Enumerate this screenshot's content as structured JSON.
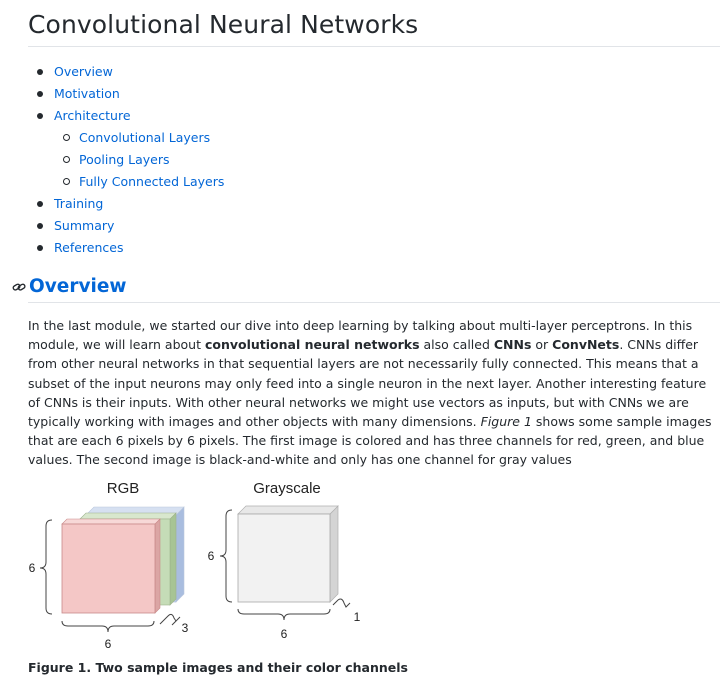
{
  "title": "Convolutional Neural Networks",
  "toc": [
    {
      "label": "Overview",
      "level": 1
    },
    {
      "label": "Motivation",
      "level": 1
    },
    {
      "label": "Architecture",
      "level": 1
    },
    {
      "label": "Convolutional Layers",
      "level": 2
    },
    {
      "label": "Pooling Layers",
      "level": 2
    },
    {
      "label": "Fully Connected Layers",
      "level": 2
    },
    {
      "label": "Training",
      "level": 1
    },
    {
      "label": "Summary",
      "level": 1
    },
    {
      "label": "References",
      "level": 1
    }
  ],
  "section": {
    "icon": "link-icon",
    "title": "Overview"
  },
  "paragraph": [
    {
      "t": "In the last module, we started our dive into deep learning by talking about multi-layer perceptrons. In this module, we will learn about "
    },
    {
      "t": "convolutional neural networks",
      "b": true
    },
    {
      "t": " also called "
    },
    {
      "t": "CNNs",
      "b": true
    },
    {
      "t": " or "
    },
    {
      "t": "ConvNets",
      "b": true
    },
    {
      "t": ". CNNs differ from other neural networks in that sequential layers are not necessarily fully connected. This means that a subset of the input neurons may only feed into a single neuron in the next layer. Another interesting feature of CNNs is their inputs. With other neural networks we might use vectors as inputs, but with CNNs we are typically working with images and other objects with many dimensions. "
    },
    {
      "t": "Figure 1",
      "i": true
    },
    {
      "t": " shows some sample images that are each 6 pixels by 6 pixels. The first image is colored and has three channels for red, green, and blue values. The second image is black-and-white and only has one channel for gray values"
    }
  ],
  "figure": {
    "rgb": {
      "label": "RGB",
      "height": "6",
      "width": "6",
      "depth": "3",
      "colors": {
        "red": "#f4c7c6",
        "green": "#c5dcb7",
        "blue": "#c4d4ee"
      }
    },
    "gray": {
      "label": "Grayscale",
      "height": "6",
      "width": "6",
      "depth": "1",
      "colors": {
        "face": "#f2f2f2",
        "edge": "#d8d8d8"
      }
    },
    "caption": "Figure 1. Two sample images and their color channels"
  }
}
